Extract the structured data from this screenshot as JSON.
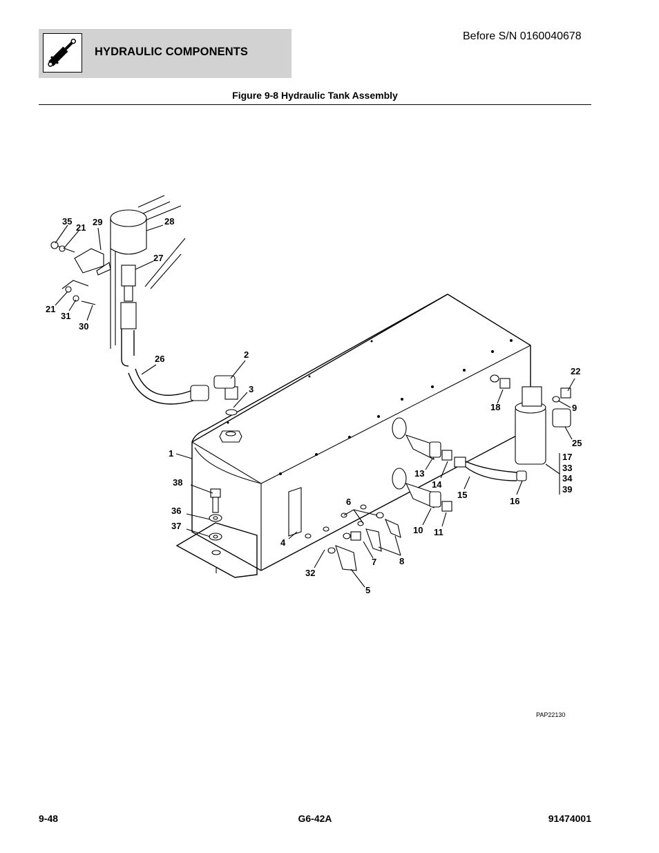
{
  "header": {
    "section_title": "HYDRAULIC COMPONENTS",
    "serial_note": "Before S/N 0160040678",
    "icon": "hydraulic-cylinder-icon"
  },
  "figure": {
    "title": "Figure 9-8 Hydraulic Tank Assembly",
    "drawing_code": "PAP22130",
    "callouts": {
      "c1": "1",
      "c2": "2",
      "c3": "3",
      "c4": "4",
      "c5": "5",
      "c6": "6",
      "c7": "7",
      "c8": "8",
      "c9": "9",
      "c10": "10",
      "c11": "11",
      "c13": "13",
      "c14": "14",
      "c15": "15",
      "c16": "16",
      "c17": "17",
      "c18": "18",
      "c21a": "21",
      "c21b": "21",
      "c22": "22",
      "c25": "25",
      "c26": "26",
      "c27": "27",
      "c28": "28",
      "c29": "29",
      "c30": "30",
      "c31": "31",
      "c32": "32",
      "c33": "33",
      "c34": "34",
      "c35": "35",
      "c36": "36",
      "c37": "37",
      "c38": "38",
      "c39": "39"
    }
  },
  "footer": {
    "page_number": "9-48",
    "model": "G6-42A",
    "manual_number": "91474001"
  }
}
